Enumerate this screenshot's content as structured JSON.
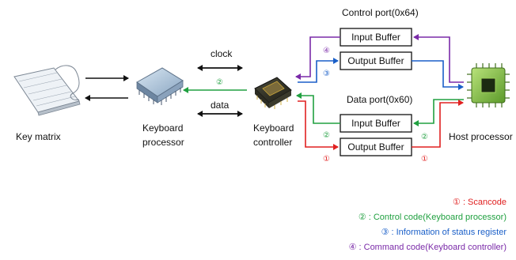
{
  "components": {
    "key_matrix": "Key matrix",
    "keyboard_processor_line1": "Keyboard",
    "keyboard_processor_line2": "processor",
    "keyboard_controller_line1": "Keyboard",
    "keyboard_controller_line2": "controller",
    "host_processor": "Host processor"
  },
  "signals": {
    "clock": "clock",
    "data": "data",
    "control_code_marker": "②"
  },
  "control_port": {
    "title": "Control port(0x64)",
    "input_buffer": "Input Buffer",
    "output_buffer": "Output Buffer",
    "marker_input": "④",
    "marker_output": "③"
  },
  "data_port": {
    "title": "Data port(0x60)",
    "input_buffer": "Input Buffer",
    "output_buffer": "Output Buffer",
    "marker_input_right": "②",
    "marker_input_left": "②",
    "marker_output_left": "①",
    "marker_output_right": "①"
  },
  "legend": [
    {
      "text": "① : Scancode",
      "color": "#e02020"
    },
    {
      "text": "② : Control code(Keyboard processor)",
      "color": "#20a040"
    },
    {
      "text": "③ : Information of status register",
      "color": "#1a5fc8"
    },
    {
      "text": "④ : Command code(Keyboard controller)",
      "color": "#7a2aa8"
    }
  ],
  "colors": {
    "scancode": "#e02020",
    "control_code": "#20a040",
    "status": "#1a5fc8",
    "command": "#7a2aa8",
    "black": "#111111"
  }
}
